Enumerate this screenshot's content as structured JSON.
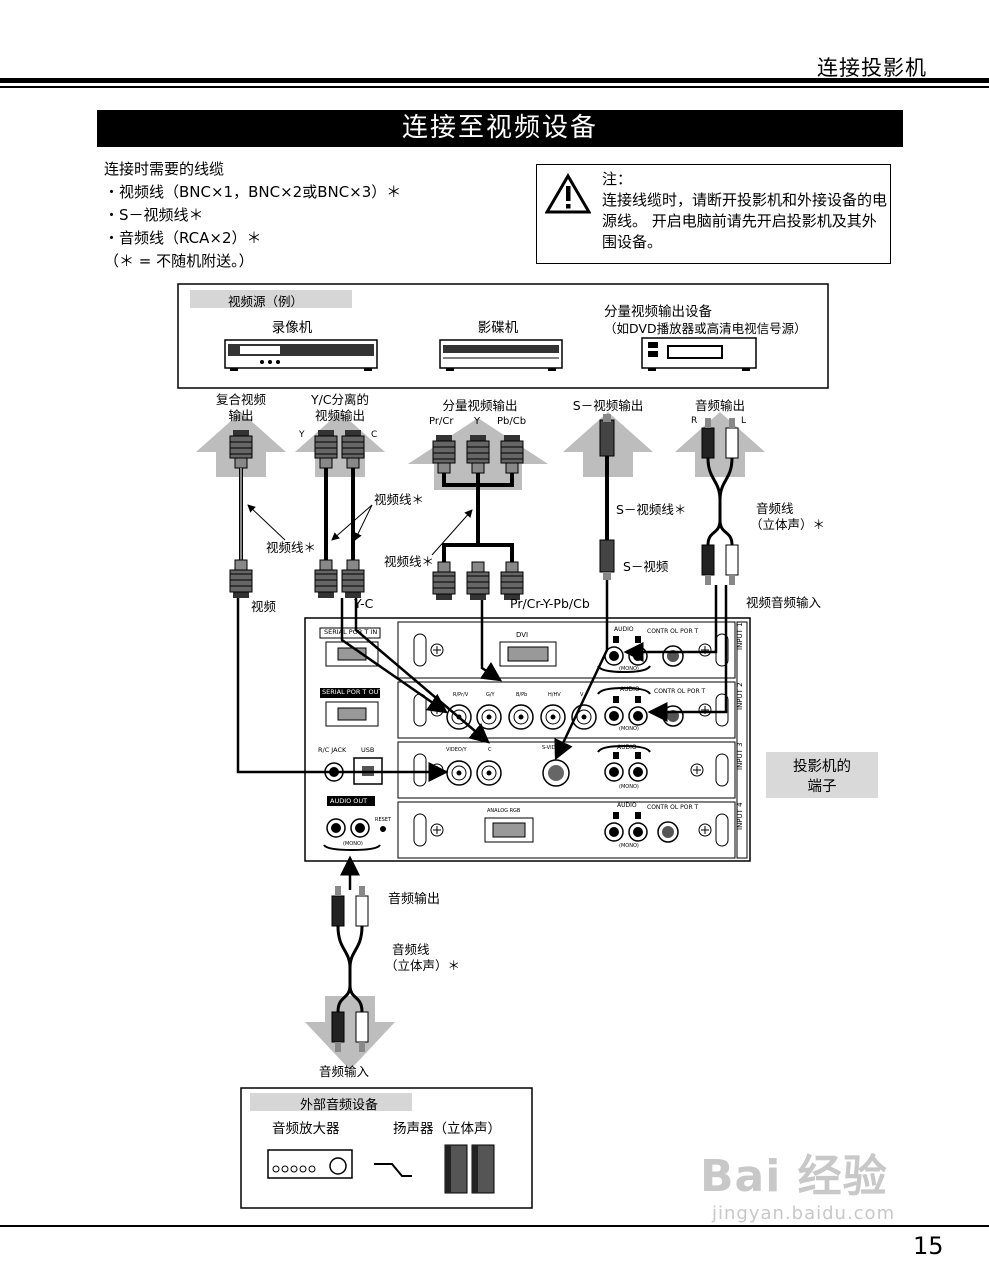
{
  "header": {
    "section_title": "连接投影机"
  },
  "title": "连接至视频设备",
  "cables": {
    "heading": "连接时需要的线缆",
    "items": [
      "・视频线（BNC×1，BNC×2或BNC×3）＊",
      "・S－视频线＊",
      "・音频线（RCA×2）＊"
    ],
    "footnote": "（＊ = 不随机附送。）"
  },
  "note": {
    "label": "注：",
    "text": "连接线缆时，请断开投影机和外接设备的电源线。 开启电脑前请先开启投影机及其外围设备。"
  },
  "source_box": {
    "tag": "视频源（例）",
    "vcr": "录像机",
    "ld": "影碟机",
    "component_title": "分量视频输出设备",
    "component_sub": "（如DVD播放器或高清电视信号源）"
  },
  "outputs": {
    "composite": [
      "复合视频",
      "输出"
    ],
    "yc": [
      "Y/C分离的",
      "视频输出"
    ],
    "y": "Y",
    "c": "C",
    "component": "分量视频输出",
    "pr": "Pr/Cr",
    "yy": "Y",
    "pb": "Pb/Cb",
    "svideo": "S－视频输出",
    "audio": "音频输出",
    "r": "R",
    "l": "L"
  },
  "cable_labels": {
    "video1": "视频线＊",
    "video2": "视频线＊",
    "video3": "视频线＊",
    "svideo_cable": "S－视频线＊",
    "audio_cable": [
      "音频线",
      "（立体声）＊"
    ],
    "video_end": "视频",
    "yc_end": "Y-C",
    "comp_end": "Pr/Cr-Y-Pb/Cb",
    "svideo_end": "S－视频",
    "video_audio_in": "视频音频输入"
  },
  "panel": {
    "serial_in": "SERIAL POR T IN",
    "serial_out": "SERIAL POR T OUT",
    "rc_jack": "R/C JACK",
    "usb": "USB",
    "audio_out": "AUDIO OUT",
    "reset": "RESET",
    "mono": "(MONO)",
    "dvi": "DVI",
    "audio": "AUDIO",
    "control_port": "CONTR OL POR T",
    "y_pb_pr": [
      "R/Pr/V",
      "G/Y",
      "B/Pb",
      "H/HV",
      "V"
    ],
    "video_y": "VIDEO/Y",
    "c": "C",
    "s_video": "S-VIDEO",
    "analog_rgb": "ANALOG RGB",
    "inputs": [
      "INPUT 1",
      "INPUT 2",
      "INPUT 3",
      "INPUT 4"
    ],
    "terminals": [
      "投影机的",
      "端子"
    ]
  },
  "bottom": {
    "audio_out": "音频输出",
    "audio_cable": [
      "音频线",
      "（立体声）＊"
    ],
    "audio_in": "音频输入",
    "ext_box_tag": "外部音频设备",
    "amp": "音频放大器",
    "speaker": "扬声器（立体声）"
  },
  "watermark": {
    "brand": "Bai 经验",
    "url": "jingyan.baidu.com"
  },
  "page_number": "15"
}
